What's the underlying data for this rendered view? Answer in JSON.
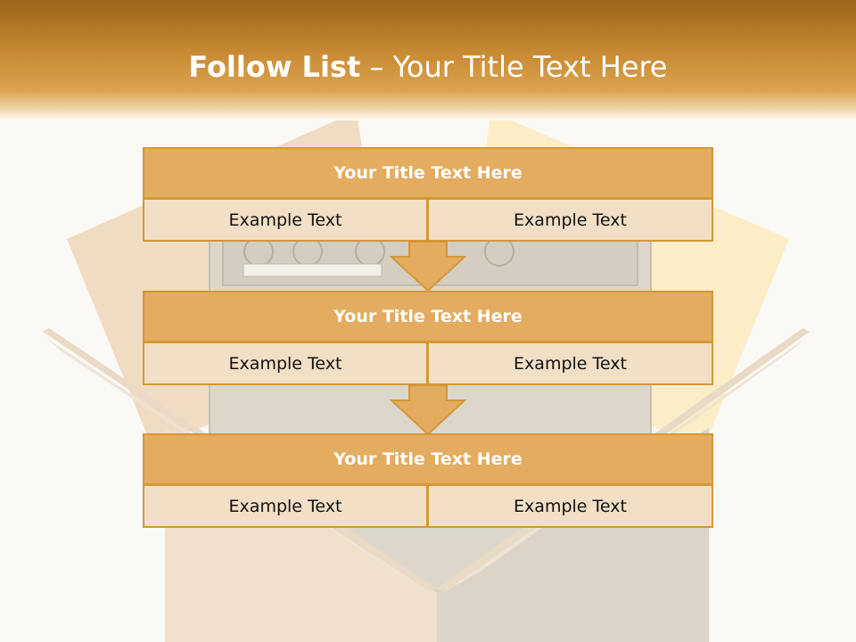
{
  "slide": {
    "title_bold": "Follow List",
    "title_rest": " – Your Title Text Here"
  },
  "cards": [
    {
      "title": "Your Title Text Here",
      "left": "Example Text",
      "right": "Example Text"
    },
    {
      "title": "Your Title Text Here",
      "left": "Example Text",
      "right": "Example Text"
    },
    {
      "title": "Your Title Text Here",
      "left": "Example Text",
      "right": "Example Text"
    }
  ],
  "colors": {
    "header": "#c98b34",
    "card_title_fill": "#e3ac60",
    "card_cell_fill": "#f2dfc6",
    "border": "#d49638",
    "arrow": "#e3ac60"
  },
  "icons": {
    "arrow": "down-arrow-icon",
    "background": "open-box-illustration"
  }
}
